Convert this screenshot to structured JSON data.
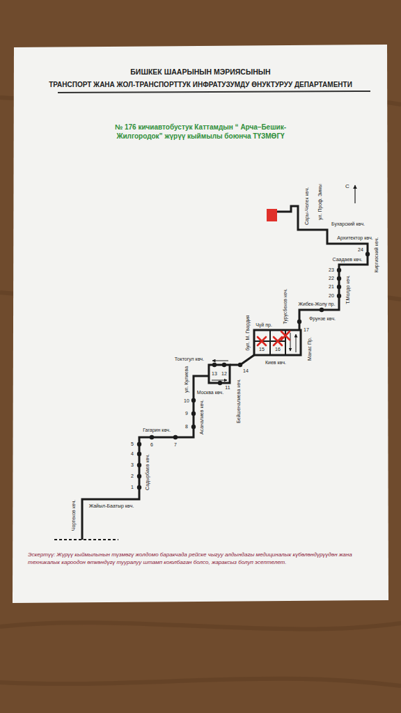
{
  "diagram": {
    "title": "№ 176 кичиавтобустук Каттамдын “ Арча–Бешик-Жилгородок” жүрүү кыймылы боюнча ТҮЗМӨГҮ",
    "caption": "Эскертүү: Жүрүү кыймылынын түзмөгү жолдомо баракчада рейске чыгуу алдындагы медициналык күбөлөндүрүүдөн жана техникалык кароодон өткөндүгү тууралуу штамп коюлбаган болсо, жараксыз болуп эсептелет.",
    "labels": [
      "БИШКЕК ШААРЫНЫН МЭРИЯСЫНЫН",
      "ТРАНСПОРТ ЖАНА ЖОЛ-ТРАНСПОРТТУК ИНФРАТУЗУМДУ ӨНУКТУРУУ ДЕПАРТАМЕНТИ",
      "С",
      "ул. Проф. Зимы",
      "Сары-Челек көч.",
      "Бухарский көч.",
      "Архитектор көч.",
      "Киргизский көч.",
      "24",
      "Саадаев көч.",
      "23",
      "22",
      "21",
      "20",
      "Т.Молдо көч.",
      "Жибек-Жолу пр.",
      "Турусбеков көч.",
      "Фрунзе көч.",
      "Чүй пр.",
      "бул. М. Гвардия",
      "17",
      "15",
      "16",
      "Манас Пр.",
      "Киев көч.",
      "14",
      "Токтогул көч.",
      "13",
      "12",
      "11",
      "Москва көч.",
      "Бейшеналиева көч.",
      "ул. Кулиева",
      "10",
      "9",
      "Асаналиев көч.",
      "8",
      "Гагарин көч.",
      "6",
      "7",
      "5",
      "4",
      "3",
      "2",
      "1",
      "Садырбаев көч.",
      "Жайыл-Баатыр көч.",
      "Чортеков көч."
    ]
  }
}
